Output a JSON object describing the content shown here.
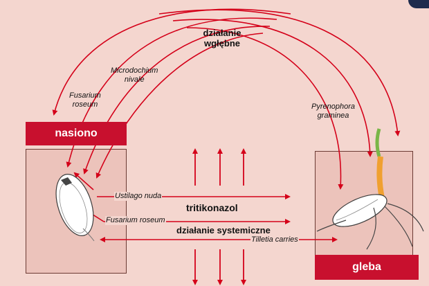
{
  "labels": {
    "top_line1": "działanie",
    "top_line2": "wgłębne",
    "microdochium_1": "Microdochium",
    "microdochium_2": "nivale",
    "fusarium_top_1": "Fusarium",
    "fusarium_top_2": "roseum",
    "pyrenophora_1": "Pyrenophora",
    "pyrenophora_2": "graminea",
    "ustilago": "Ustilago nuda",
    "tritikonazol": "tritikonazol",
    "fusarium_roseum": "Fusarium roseum",
    "systemiczne": "działanie systemiczne",
    "tilletia": "Tilletia carries",
    "nasiono": "nasiono",
    "gleba": "gleba"
  },
  "colors": {
    "background": "#f4d6cf",
    "panel": "#ecc3bb",
    "accent_red": "#c8102e",
    "arrow_red": "#d40019",
    "dark_corner": "#1e2b4d"
  },
  "icons": {
    "seed": "seed-illustration",
    "germinating_seed": "germinating-seed-illustration"
  }
}
